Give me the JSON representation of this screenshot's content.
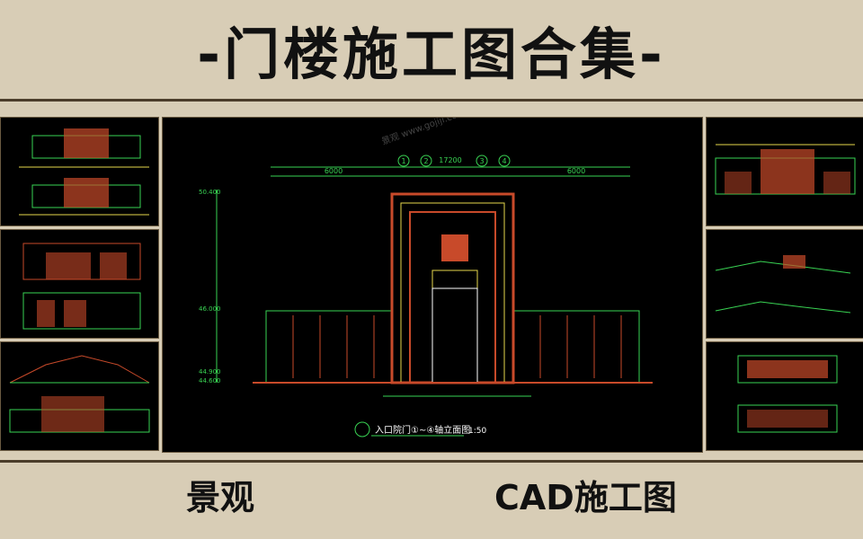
{
  "header": {
    "title": "-门楼施工图合集-"
  },
  "main": {
    "drawing_caption": "入口院门①~④轴立面图",
    "scale": "1:50",
    "axis_labels": [
      "1",
      "2",
      "3",
      "4"
    ],
    "dims_top": "17200",
    "dims_left": "6000",
    "dims_right": "6000",
    "elevations": [
      "50.400",
      "46.000",
      "44.900",
      "44.600"
    ]
  },
  "captions": {
    "left": "景观",
    "right": "CAD施工图"
  },
  "watermark": "景观 www.gojiji.com",
  "colors": {
    "background": "#d8cdb6",
    "canvas": "#000000",
    "accent_red": "#c84a2a",
    "accent_green": "#39d353",
    "accent_yellow": "#e6d84c"
  }
}
